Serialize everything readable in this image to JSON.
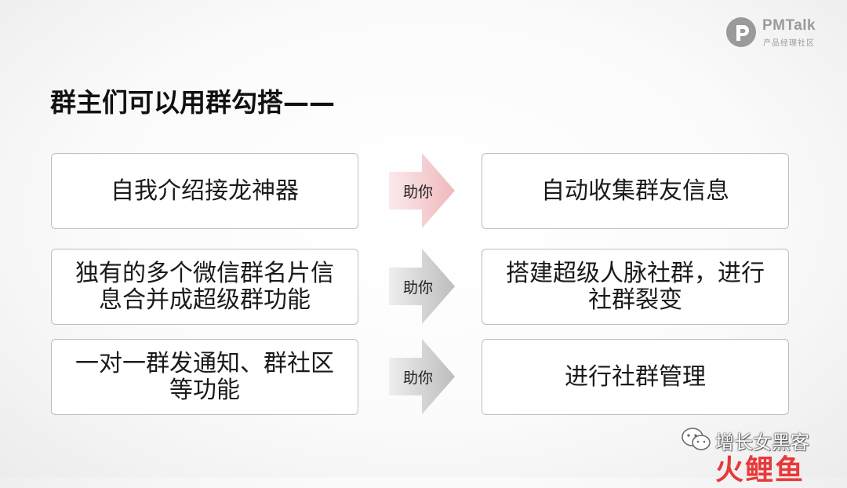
{
  "brand": {
    "name": "PMTalk",
    "subtitle": "产品经理社区"
  },
  "slide": {
    "title": "群主们可以用群勾搭——",
    "arrow_label": "助你",
    "rows": [
      {
        "left": [
          "自我介绍接龙神器"
        ],
        "arrow_color": "#f3c9cc",
        "right": [
          "自动收集群友信息"
        ]
      },
      {
        "left": [
          "独有的多个微信群名片信",
          "息合并成超级群功能"
        ],
        "arrow_color": "#cfcfcf",
        "right": [
          "搭建超级人脉社群，进行",
          "社群裂变"
        ]
      },
      {
        "left": [
          "一对一群发通知、群社区",
          "等功能"
        ],
        "arrow_color": "#cfcfcf",
        "right": [
          "进行社群管理"
        ]
      }
    ]
  },
  "watermark": {
    "text": "增长女黑客",
    "stamp": "火鲤鱼",
    "icon": "wechat-icon"
  }
}
